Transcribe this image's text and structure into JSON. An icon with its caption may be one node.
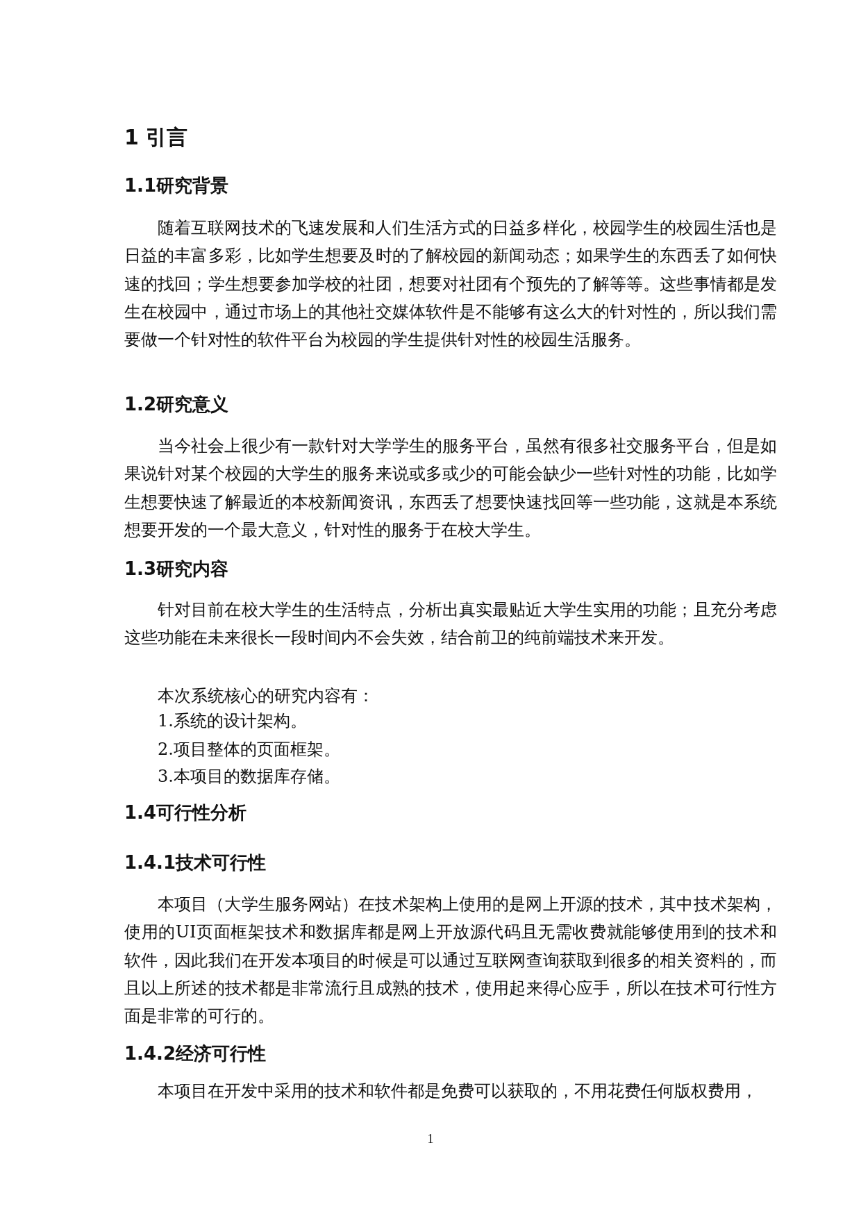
{
  "diagram": {
    "title": "1 引言",
    "labels": [
      "1.1研究背景",
      "随着互联网技术的飞速发展和人们生活方式的日益多样化，校园学生的校园生活也是日益的丰富多彩，比如学生想要及时的了解校园的新闻动态；如果学生的东西丢了如何快速的找回；学生想要参加学校的社团，想要对社团有个预先的了解等等。这些事情都是发生在校园中，通过市场上的其他社交媒体软件是不能够有这么大的针对性的，所以我们需要做一个针对性的软件平台为校园的学生提供针对性的校园生活服务。",
      "1.2研究意义",
      "当今社会上很少有一款针对大学学生的服务平台，虽然有很多社交服务平台，但是如果说针对某个校园的大学生的服务来说或多或少的可能会缺少一些针对性的功能，比如学生想要快速了解最近的本校新闻资讯，东西丢了想要快速找回等一些功能，这就是本系统想要开发的一个最大意义，针对性的服务于在校大学生。",
      "1.3研究内容",
      "针对目前在校大学生的生活特点，分析出真实最贴近大学生实用的功能；且充分考虑这些功能在未来很长一段时间内不会失效，结合前卫的纯前端技术来开发。",
      "本次系统核心的研究内容有：",
      "1.系统的设计架构。",
      "2.项目整体的页面框架。",
      "3.本项目的数据库存储。",
      "1.4可行性分析",
      "1.4.1技术可行性",
      "本项目（大学生服务网站）在技术架构上使用的是网上开源的技术，其中技术架构，使用的UI页面框架技术和数据库都是网上开放源代码且无需收费就能够使用到的技术和软件，因此我们在开发本项目的时候是可以通过互联网查询获取到很多的相关资料的，而且以上所述的技术都是非常流行且成熟的技术，使用起来得心应手，所以在技术可行性方面是非常的可行的。",
      "1.4.2经济可行性",
      "本项目在开发中采用的技术和软件都是免费可以获取的，不用花费任何版权费用，",
      "1"
    ]
  }
}
